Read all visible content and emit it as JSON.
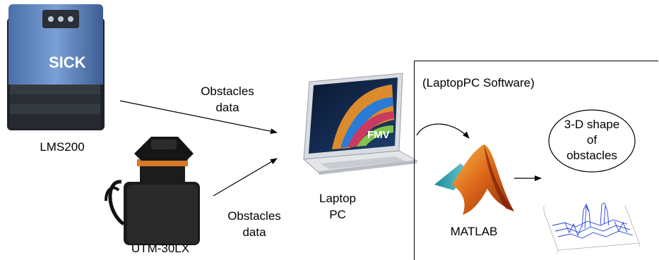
{
  "devices": {
    "lms200": {
      "label": "LMS200",
      "brand": "SICK"
    },
    "utm30lx": {
      "label": "UTM-30LX"
    },
    "laptop": {
      "label_line1": "Laptop",
      "label_line2": "PC",
      "screen_text": "FMV"
    }
  },
  "arrows": {
    "top": {
      "line1": "Obstacles",
      "line2": "data"
    },
    "bottom": {
      "line1": "Obstacles",
      "line2": "data"
    }
  },
  "software_panel": {
    "title": "(LaptopPC Software)",
    "matlab_label": "MATLAB",
    "output_bubble": {
      "line1": "3-D shape",
      "line2": "of",
      "line3": "obstacles"
    }
  },
  "colors": {
    "sick_blue": "#5b80b9",
    "sick_dark": "#2b2f36",
    "hokuyo_orange": "#d7782a",
    "plot_blue": "#1f3fd6"
  },
  "icons": [
    "lms200-sensor-image",
    "utm30lx-sensor-image",
    "laptop-image",
    "matlab-logo-image",
    "3d-surface-plot-image"
  ]
}
